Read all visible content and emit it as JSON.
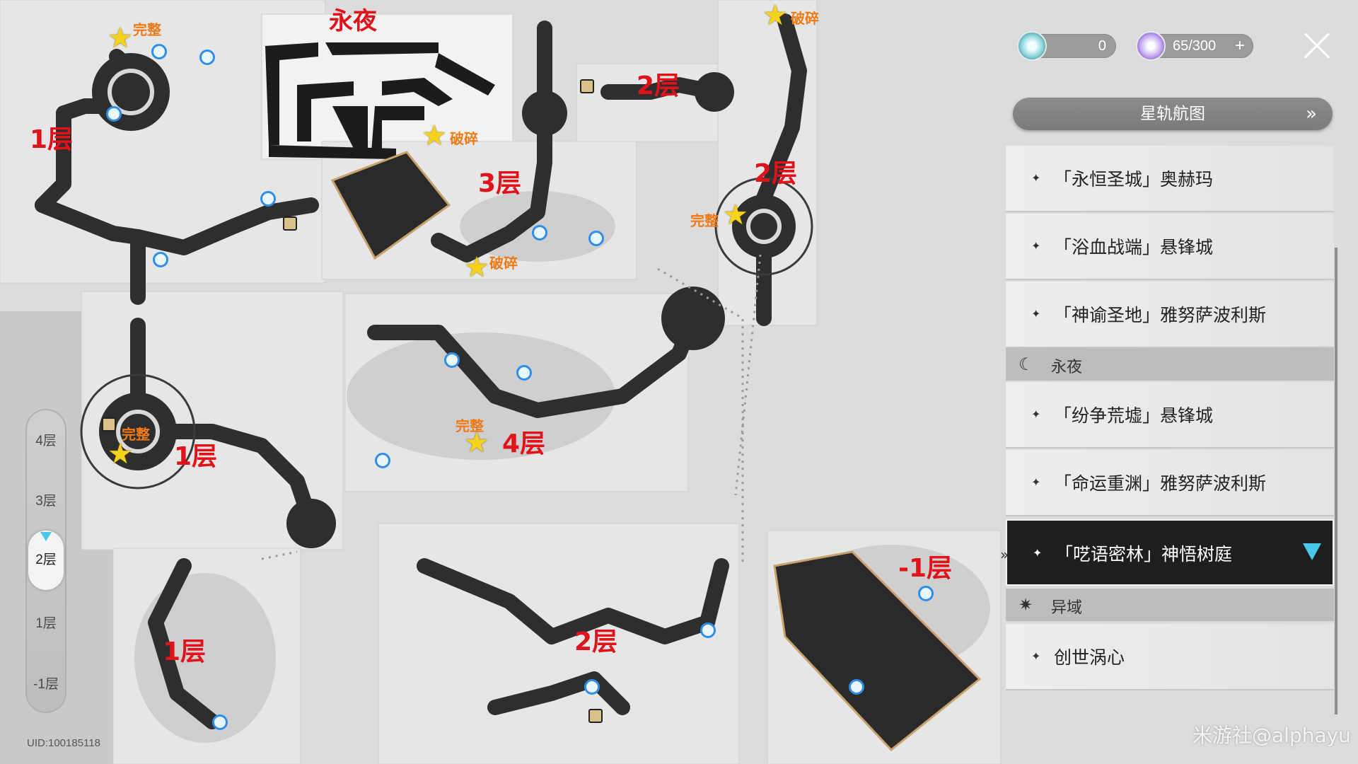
{
  "map": {
    "floor_labels": [
      "1层",
      "3层",
      "2层",
      "1层",
      "4层",
      "2层",
      "2层",
      "1层",
      "-1层"
    ],
    "notes": {
      "complete": "完整",
      "broken": "破碎"
    },
    "yongye_title": "永夜"
  },
  "floor_selector": {
    "items": [
      "4层",
      "3层",
      "2层",
      "1层",
      "-1层"
    ],
    "selected": "2层"
  },
  "uid": "UID:100185118",
  "resources": {
    "first_value": "0",
    "second_value": "65/300",
    "plus": "+"
  },
  "panel": {
    "nav_button_label": "星轨航图",
    "nav_chevron": "»",
    "entries_top": [
      "「永恒圣城」奥赫玛",
      "「浴血战端」悬锋城",
      "「神谕圣地」雅努萨波利斯"
    ],
    "section_yongye": "永夜",
    "entries_yongye": [
      "「纷争荒墟」悬锋城",
      "「命运重渊」雅努萨波利斯",
      "「呓语密林」神悟树庭"
    ],
    "active_entry": "「呓语密林」神悟树庭",
    "section_yiyu": "异域",
    "entries_yiyu": [
      "创世涡心"
    ],
    "bullet": "✦",
    "icons": {
      "yongye": "crescent-moon-icon",
      "yiyu": "star-burst-icon"
    }
  },
  "watermark": "米游社@alphayu",
  "colors": {
    "accent": "#48c8ea",
    "floor_red": "#e0121a",
    "note_orange": "#f07a16",
    "star": "#f4d21e"
  }
}
